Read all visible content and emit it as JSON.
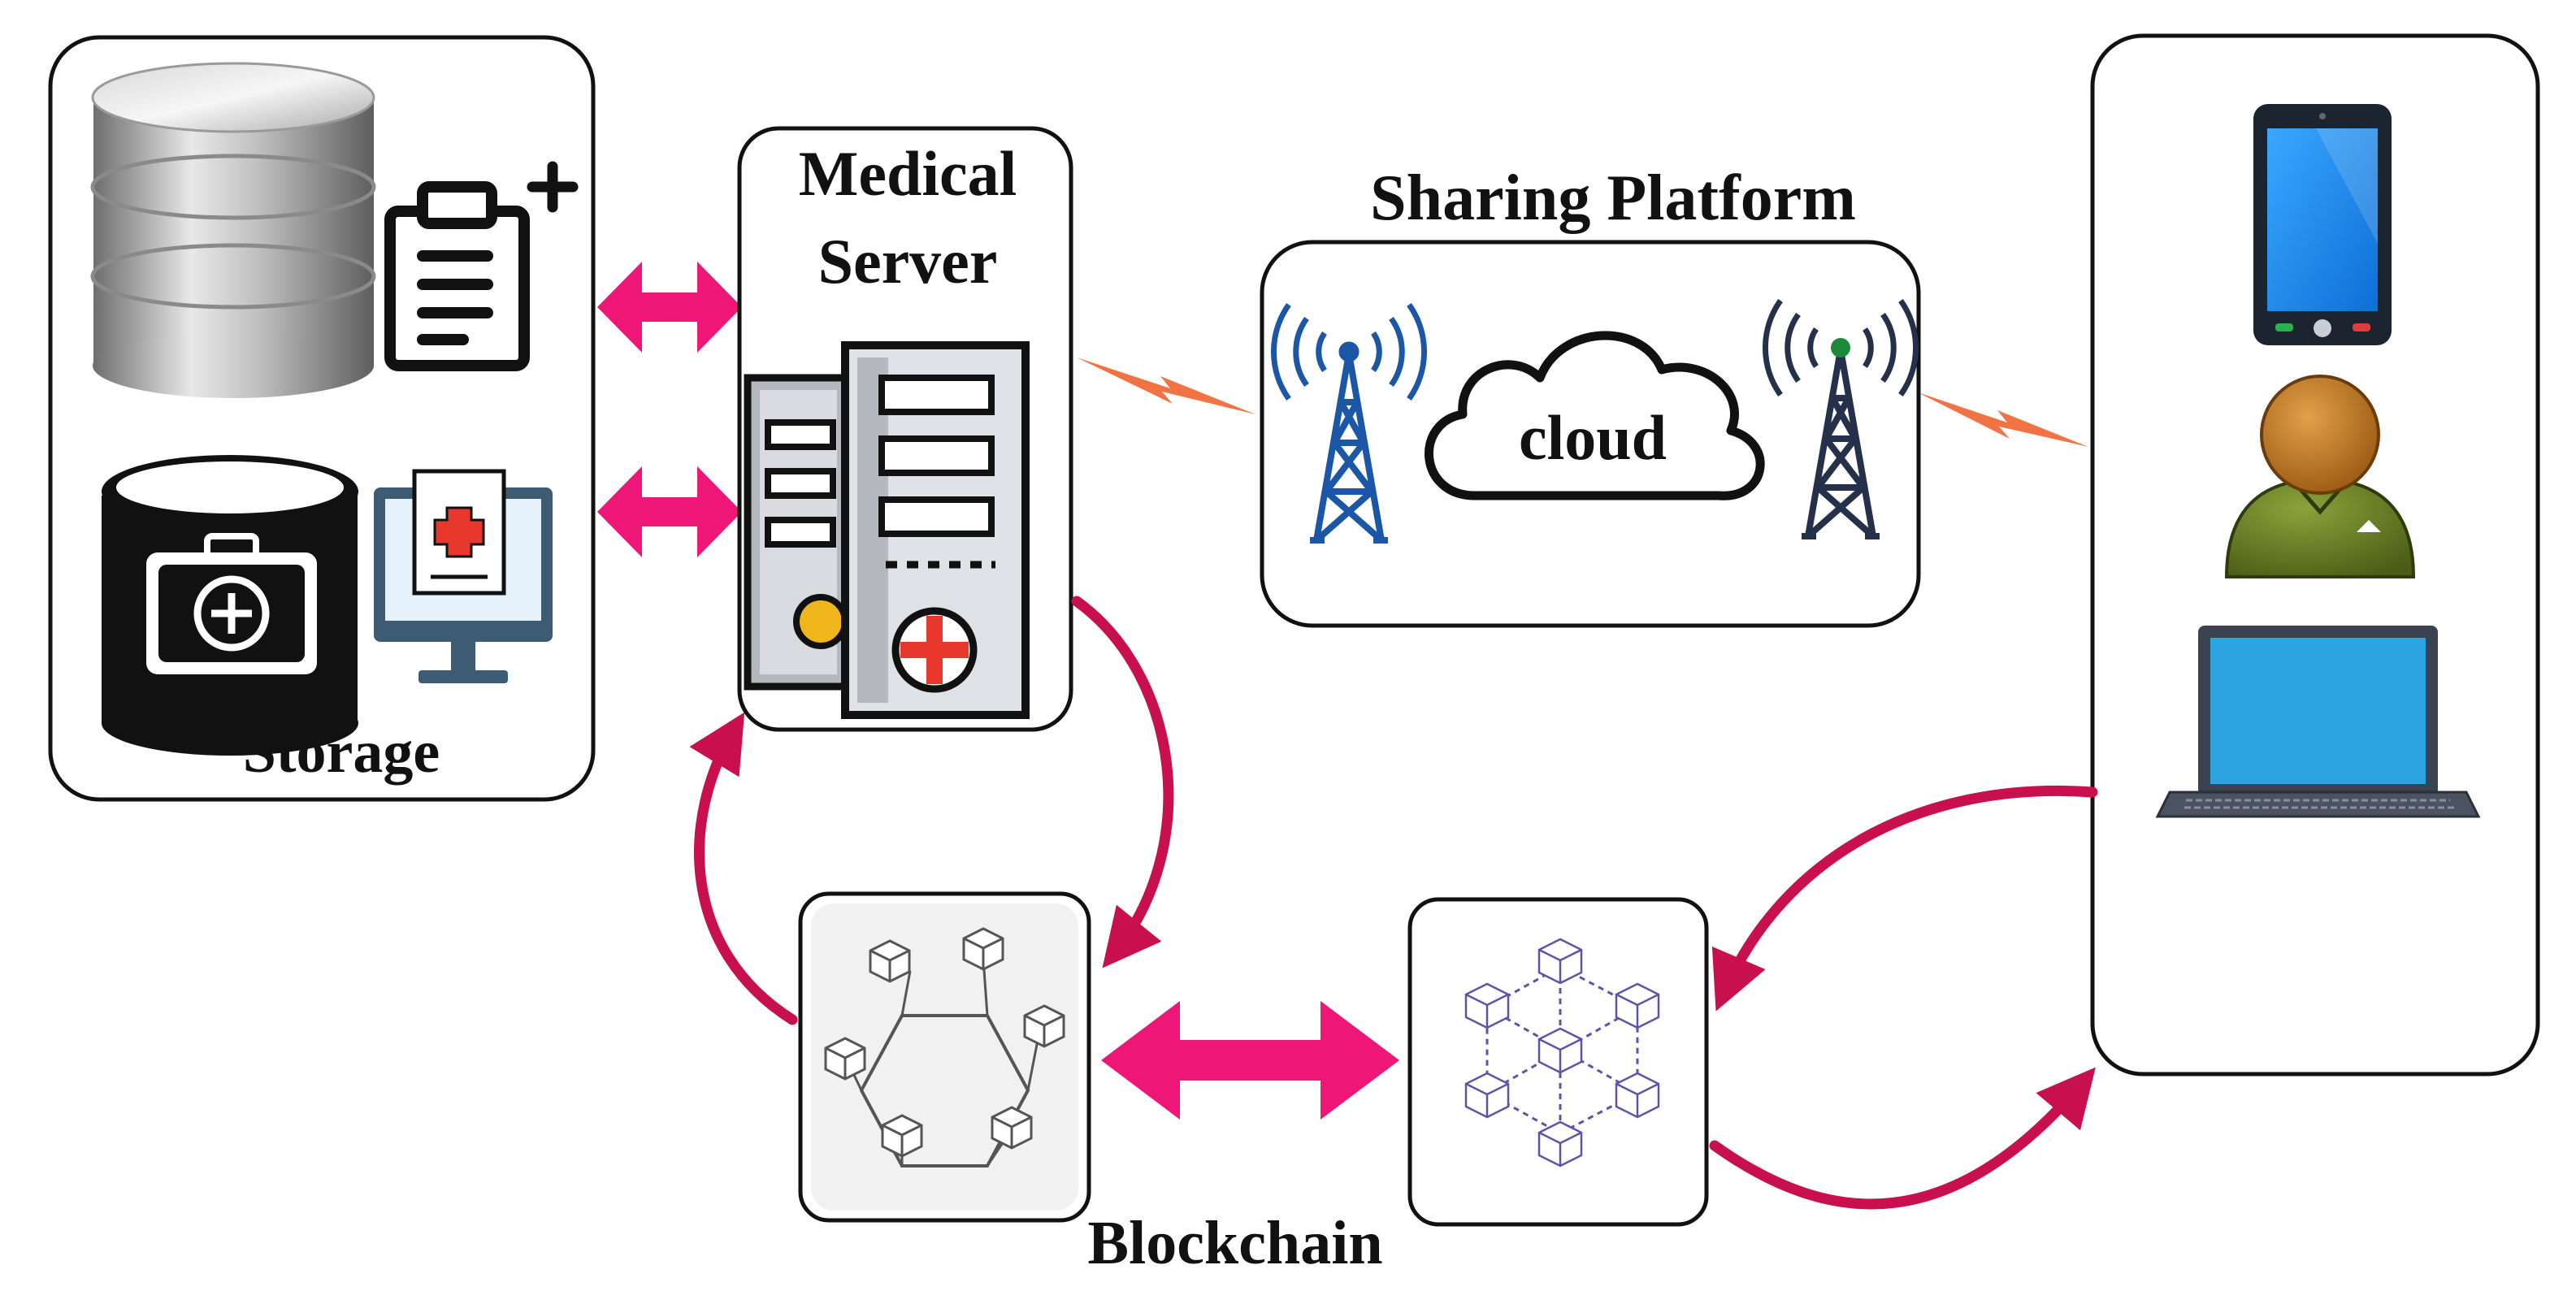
{
  "labels": {
    "storage": "Storage",
    "medical_server_line1": "Medical",
    "medical_server_line2": "Server",
    "sharing_platform": "Sharing Platform",
    "cloud": "cloud",
    "blockchain": "Blockchain"
  },
  "colors": {
    "border": "#111111",
    "pink_arrow": "#ee1677",
    "flow_arrow": "#c8104f",
    "lightning": "#f0642f",
    "tower_blue": "#1b57a6",
    "tower_dark": "#25304a",
    "phone_screen": "#1f8ff0",
    "laptop_screen": "#2aa3de",
    "person_head": "#b8701a",
    "person_body": "#5b6f1c",
    "block_left": "#555555",
    "block_right": "#5a55a6"
  },
  "icons": {
    "storage": [
      "database-icon",
      "clipboard-plus-icon",
      "medical-database-icon",
      "medical-monitor-icon"
    ],
    "server": [
      "medical-server-icon"
    ],
    "sharing": [
      "radio-tower-icon",
      "cloud-icon",
      "radio-tower-icon"
    ],
    "clients": [
      "smartphone-icon",
      "user-icon",
      "laptop-icon"
    ],
    "blockchain": [
      "hexagon-network-icon",
      "cube-grid-network-icon"
    ]
  }
}
